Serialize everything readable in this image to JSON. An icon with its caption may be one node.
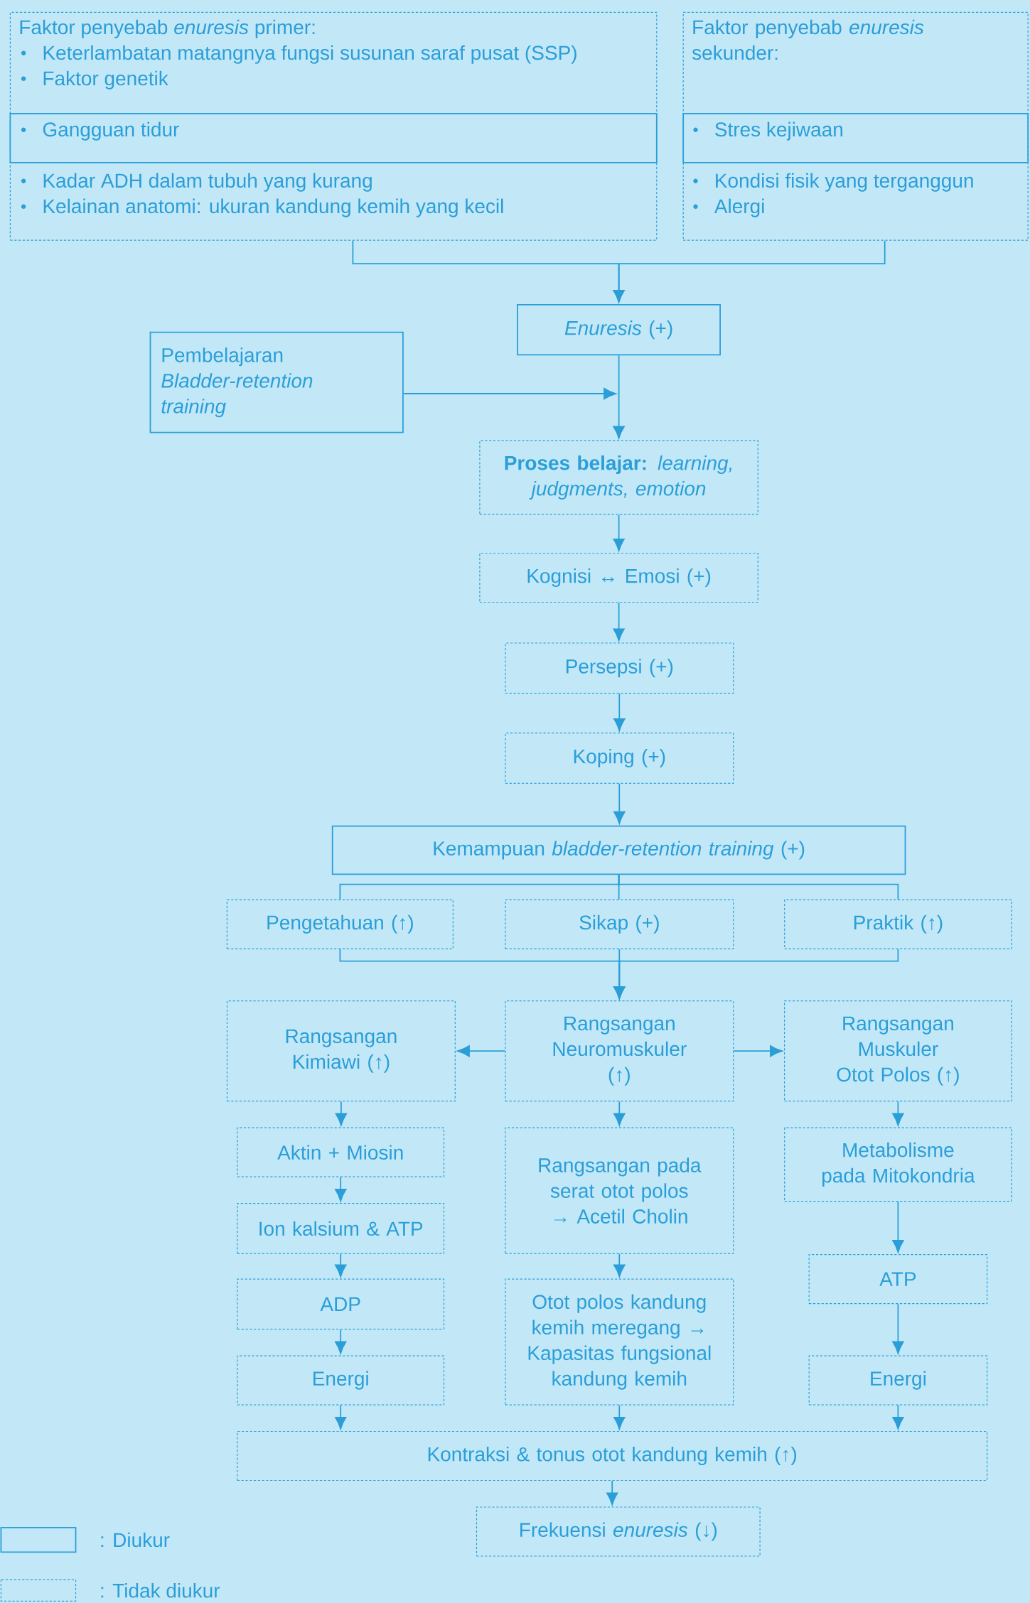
{
  "diagram": {
    "nodes": [
      {
        "text": [
          "Faktor penyebab *enuresis* primer:",
          "Keterlambatan matangnya fungsi susunan saraf pusat (SSP)",
          "Faktor genetik",
          "Kadar ADH dalam tubuh yang kurang",
          "Kelainan anatomi: ukuran kandung kemih yang kecil"
        ]
      },
      {
        "text": [
          "Gangguan tidur"
        ],
        "in": 0
      },
      {
        "text": [
          "Faktor penyebab *enuresis* sekunder:",
          "Kondisi fisik yang terganggun",
          "Alergi"
        ]
      },
      {
        "text": [
          "Stres kejiwaan"
        ],
        "in": 2
      },
      {
        "text": [
          "*Enuresis* (+)"
        ]
      },
      {
        "text": [
          "Pembelajaran *Bladder-retention training*"
        ]
      },
      {
        "text": [
          "**Proses belajar:** *learning, judgments, emotion*"
        ]
      },
      {
        "text": [
          "Kognisi ↔ Emosi (+)"
        ]
      },
      {
        "text": [
          "Persepsi (+)"
        ]
      },
      {
        "text": [
          "Koping (+)"
        ]
      },
      {
        "text": [
          "Kemampuan *bladder-retention training* (+)"
        ]
      },
      {
        "text": [
          "Pengetahuan (↑)"
        ]
      },
      {
        "text": [
          "Sikap (+)"
        ]
      },
      {
        "text": [
          "Praktik (↑)"
        ]
      },
      {
        "text": [
          "Rangsangan Kimiawi (↑)"
        ]
      },
      {
        "text": [
          "Rangsangan Neuromuskuler (↑)"
        ]
      },
      {
        "text": [
          "Rangsangan Muskuler Otot Polos (↑)"
        ]
      },
      {
        "text": [
          "Aktin + Miosin"
        ]
      },
      {
        "text": [
          "Ion kalsium & ATP"
        ]
      },
      {
        "text": [
          "ADP"
        ]
      },
      {
        "text": [
          "Energi"
        ]
      },
      {
        "text": [
          "Rangsangan pada serat otot polos → Acetil Cholin"
        ]
      },
      {
        "text": [
          "Otot polos kandung kemih meregang → Kapasitas fungsional kandung kemih"
        ]
      },
      {
        "text": [
          "Metabolisme pada Mitokondria"
        ]
      },
      {
        "text": [
          "ATP"
        ]
      },
      {
        "text": [
          "Energi"
        ]
      },
      {
        "text": [
          "Kontraksi & tonus otot kandung kemih (↑)"
        ]
      },
      {
        "text": [
          "Frekuensi *enuresis* (↓)"
        ]
      }
    ],
    "edges": [
      {
        "from": 0,
        "to": 4,
        "arrow": "to"
      },
      {
        "from": 2,
        "to": 4,
        "arrow": "to"
      },
      {
        "from": 5,
        "to": null,
        "arrow": "to"
      },
      {
        "from": 4,
        "to": 6,
        "arrow": "to"
      },
      {
        "from": 6,
        "to": 7,
        "arrow": "to"
      },
      {
        "from": 7,
        "to": 8,
        "arrow": "to"
      },
      {
        "from": 8,
        "to": 9,
        "arrow": "to"
      },
      {
        "from": 9,
        "to": 10,
        "arrow": "to"
      },
      {
        "from": 10,
        "to": 11,
        "arrow": "none"
      },
      {
        "from": 10,
        "to": 12,
        "arrow": "none"
      },
      {
        "from": 10,
        "to": 13,
        "arrow": "none"
      },
      {
        "from": 11,
        "to": 15,
        "arrow": "to"
      },
      {
        "from": 12,
        "to": 15,
        "arrow": "to"
      },
      {
        "from": 13,
        "to": 15,
        "arrow": "to"
      },
      {
        "from": 15,
        "to": 14,
        "arrow": "to"
      },
      {
        "from": 15,
        "to": 16,
        "arrow": "to"
      },
      {
        "from": 14,
        "to": 17,
        "arrow": "to"
      },
      {
        "from": 17,
        "to": 18,
        "arrow": "to"
      },
      {
        "from": 18,
        "to": 19,
        "arrow": "to"
      },
      {
        "from": 19,
        "to": 20,
        "arrow": "to"
      },
      {
        "from": 20,
        "to": 26,
        "arrow": "to"
      },
      {
        "from": 15,
        "to": 21,
        "arrow": "to"
      },
      {
        "from": 21,
        "to": 22,
        "arrow": "to"
      },
      {
        "from": 22,
        "to": 26,
        "arrow": "to"
      },
      {
        "from": 16,
        "to": 23,
        "arrow": "to"
      },
      {
        "from": 23,
        "to": 24,
        "arrow": "to"
      },
      {
        "from": 24,
        "to": 25,
        "arrow": "to"
      },
      {
        "from": 25,
        "to": 26,
        "arrow": "to"
      },
      {
        "from": 26,
        "to": 27,
        "arrow": "to"
      }
    ],
    "legend": [
      {
        "text": ": Diukur"
      },
      {
        "text": ": Tidak diukur"
      }
    ]
  }
}
